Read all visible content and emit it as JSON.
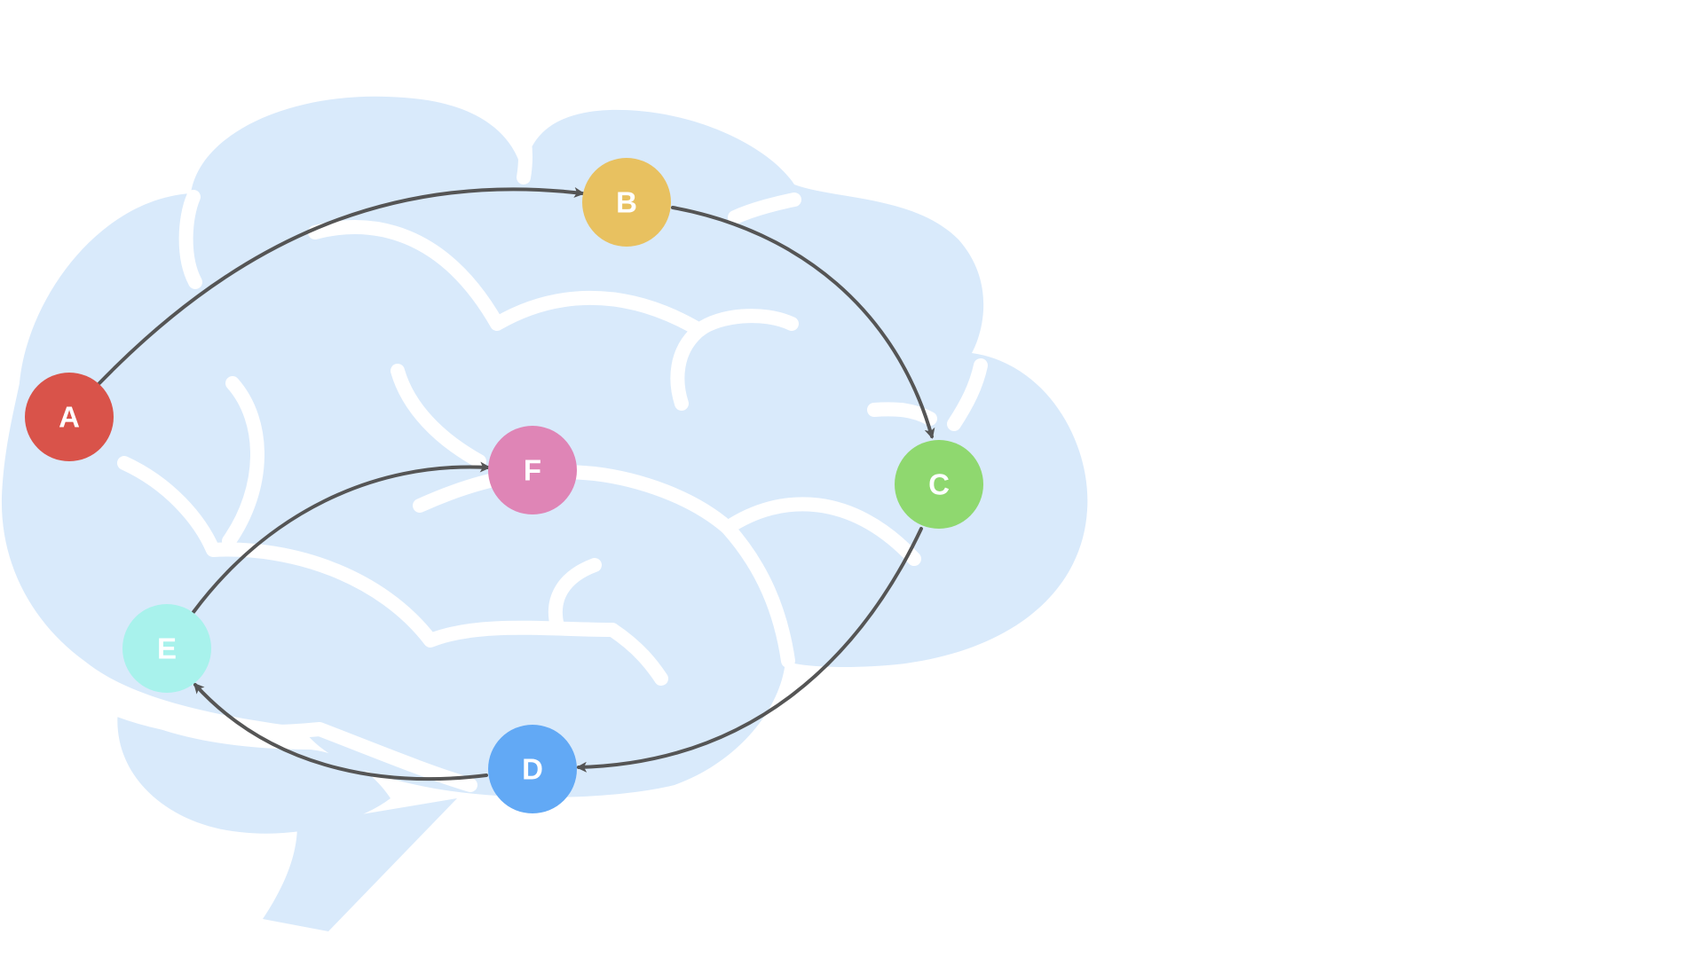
{
  "diagram": {
    "background_shape": "brain-icon",
    "brain_color": "#d9eafb",
    "edge_color": "#555555",
    "nodes": [
      {
        "id": "A",
        "label": "A",
        "color": "#d9534a"
      },
      {
        "id": "B",
        "label": "B",
        "color": "#e8c160"
      },
      {
        "id": "C",
        "label": "C",
        "color": "#8fd86f"
      },
      {
        "id": "D",
        "label": "D",
        "color": "#62a9f5"
      },
      {
        "id": "E",
        "label": "E",
        "color": "#a8f2ec"
      },
      {
        "id": "F",
        "label": "F",
        "color": "#df85b6"
      }
    ],
    "edges": [
      {
        "from": "A",
        "to": "B"
      },
      {
        "from": "B",
        "to": "C"
      },
      {
        "from": "C",
        "to": "D"
      },
      {
        "from": "D",
        "to": "E"
      },
      {
        "from": "E",
        "to": "F"
      }
    ]
  }
}
